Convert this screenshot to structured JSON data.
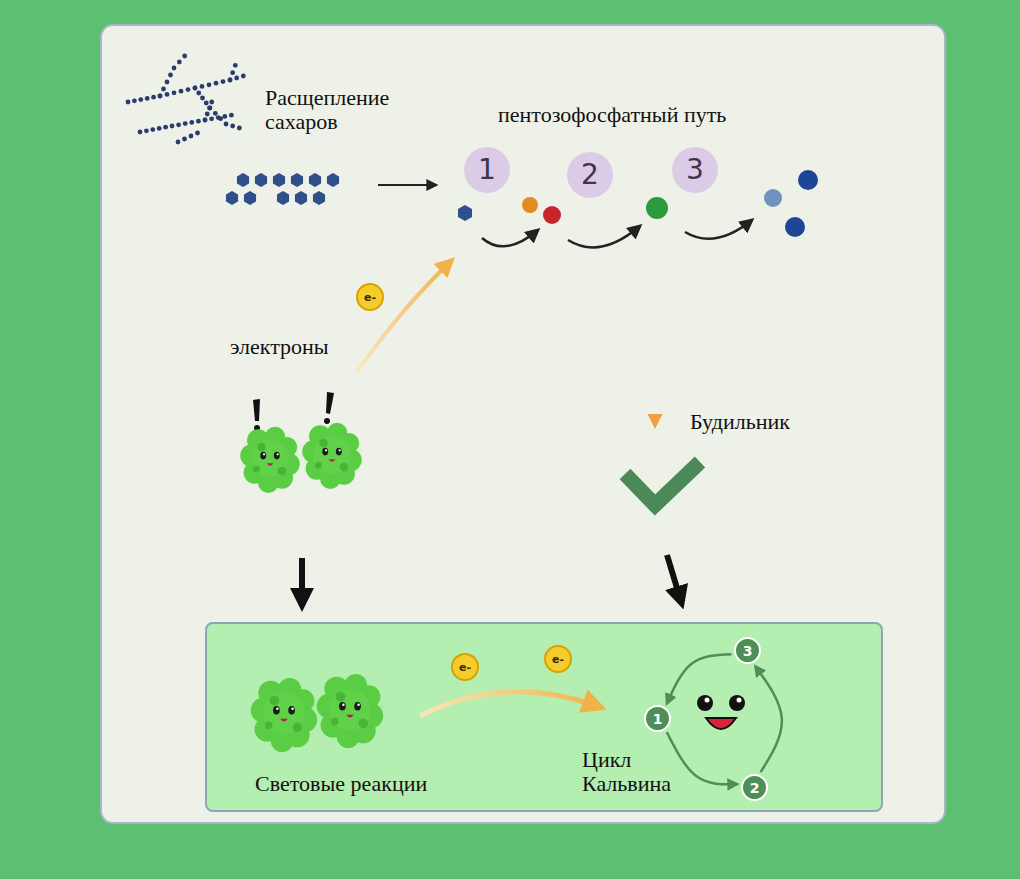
{
  "diagram": {
    "nodes": [
      {
        "text": [
          "1"
        ]
      },
      {
        "text": [
          "2"
        ]
      },
      {
        "text": [
          "3"
        ]
      },
      {
        "text": [
          "e-"
        ]
      },
      {
        "text": [
          "Световые реакции",
          "Цикл Кальвина"
        ]
      },
      {
        "text": [
          "e-"
        ],
        "in": 4
      },
      {
        "text": [
          "e-"
        ],
        "in": 4
      },
      {
        "text": [
          "3"
        ],
        "in": 4
      },
      {
        "text": [
          "1"
        ],
        "in": 4
      },
      {
        "text": [
          "2"
        ],
        "in": 4
      }
    ],
    "edges": [
      {
        "from": 8,
        "to": 9,
        "arrow": "to"
      },
      {
        "from": 9,
        "to": 7,
        "arrow": "to"
      },
      {
        "from": 7,
        "to": 8,
        "arrow": "to"
      }
    ],
    "labels": [
      "Расщепление сахаров",
      "пентозофосфатный путь",
      "электроны",
      "Будильник"
    ]
  }
}
